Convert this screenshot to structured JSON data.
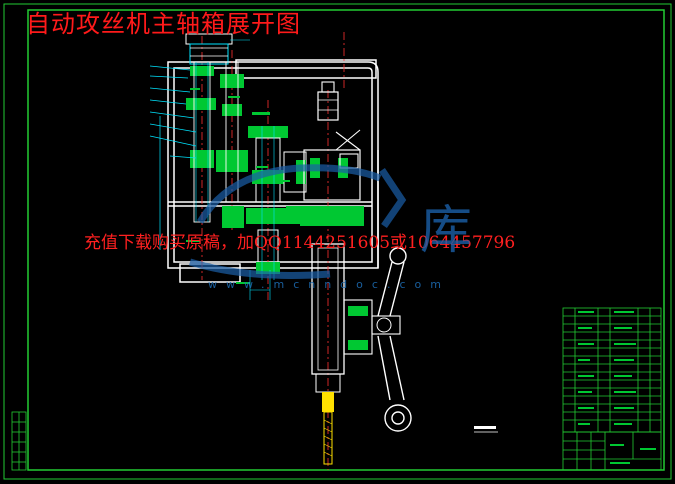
{
  "title": "自动攻丝机主轴箱展开图",
  "promo": "充值下载购买原稿，加QQ1144251605或1064457796",
  "watermark": {
    "url": "www.mcnndoc.com",
    "char": "库"
  },
  "colors": {
    "background": "#000000",
    "frame": "#22cc33",
    "gearbox": "#ffffff",
    "gear_fill": "#00c832",
    "shaft": "#ff3030",
    "cyan": "#00e5ff",
    "yellow": "#ffe000",
    "watermark": "#1b5fa8",
    "title_red": "#ff1a1a"
  }
}
